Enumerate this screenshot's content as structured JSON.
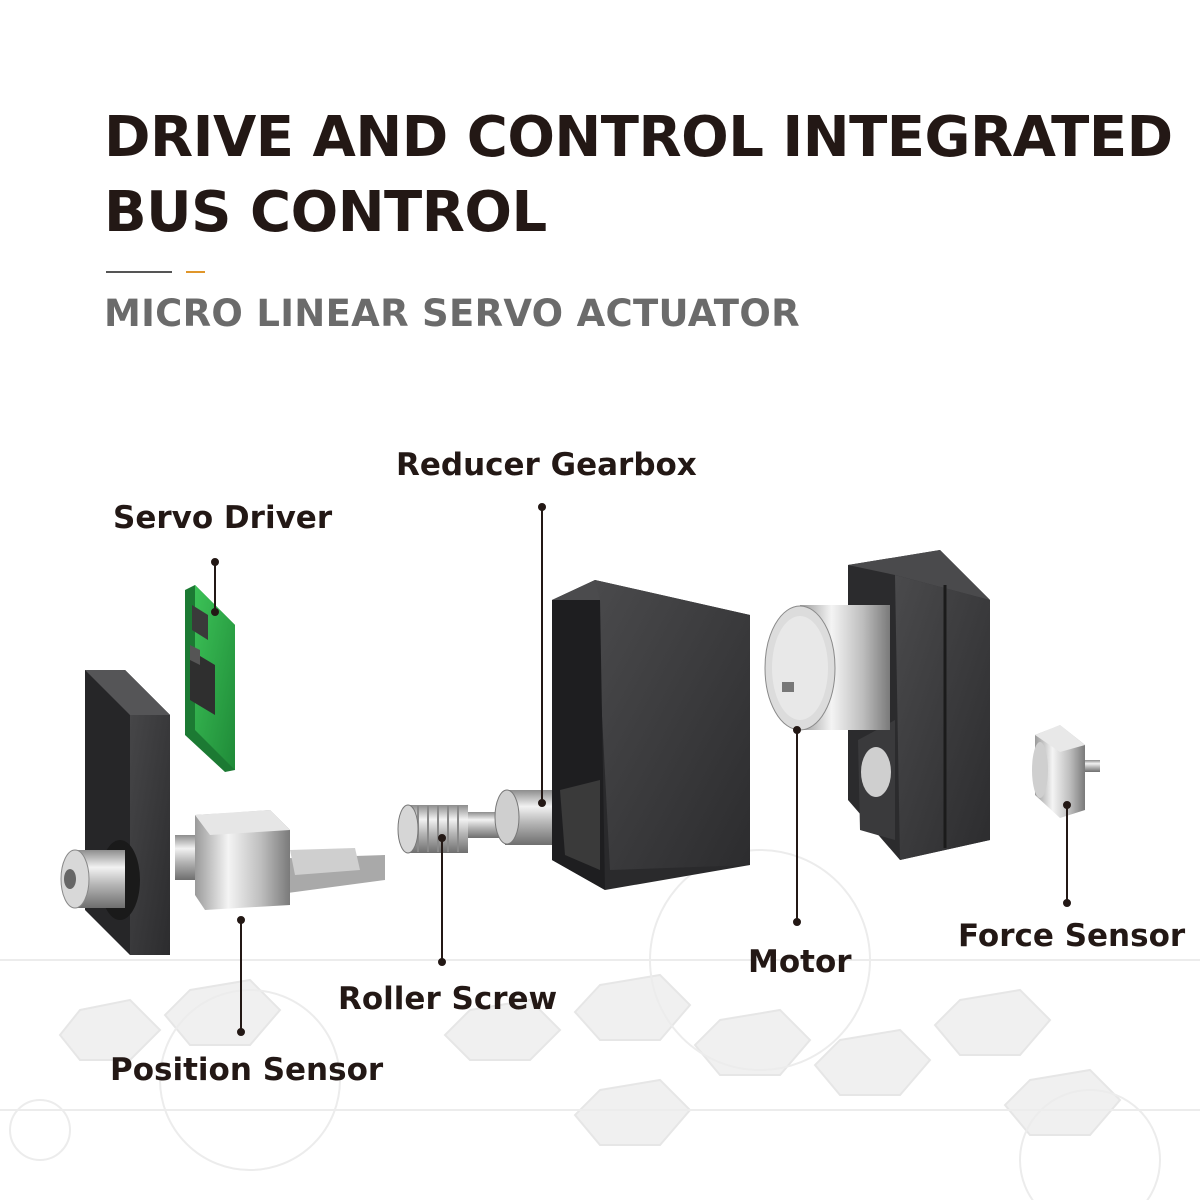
{
  "header": {
    "title_line1": "DRIVE AND CONTROL INTEGRATED",
    "title_line2": "BUS CONTROL",
    "subtitle": "MICRO LINEAR SERVO ACTUATOR",
    "accent_color": "#e0962a"
  },
  "callouts": {
    "reducer_gearbox": "Reducer Gearbox",
    "servo_driver": "Servo Driver",
    "roller_screw": "Roller Screw",
    "motor": "Motor",
    "force_sensor": "Force Sensor",
    "position_sensor": "Position Sensor"
  },
  "colors": {
    "housing": "#3a3a3c",
    "pcb": "#2fa84a",
    "metal": "#c9c9c9",
    "text": "#231815"
  }
}
